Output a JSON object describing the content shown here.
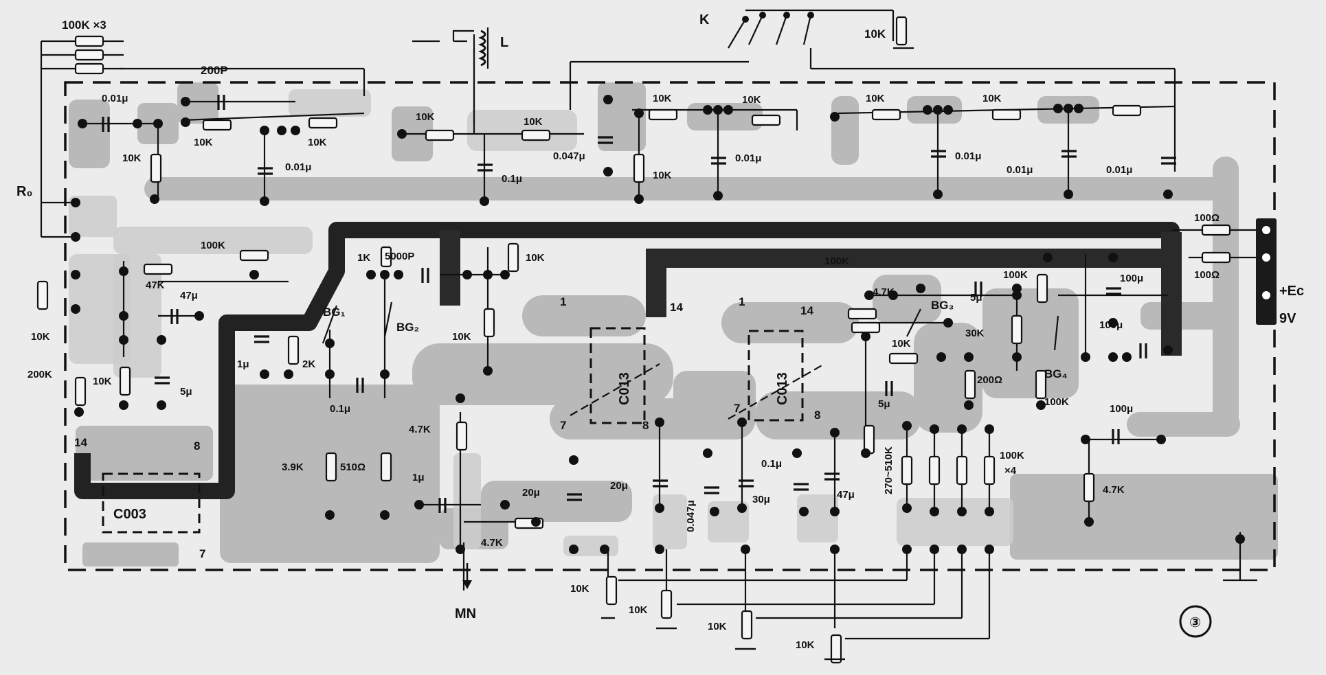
{
  "figure_number": "③",
  "labels": {
    "res_array_top": "100K ×3",
    "cap_200p": "200P",
    "inductor": "L",
    "switch": "K",
    "pot_top": "10K",
    "ro": "R₀",
    "supply_plus": "+Ec",
    "supply_volt": "9V",
    "out_mn": "MN",
    "ic1": "C003",
    "ic2": "C013",
    "ic3": "C013",
    "bg1": "BG₁",
    "bg2": "BG₂",
    "bg3": "BG₃",
    "bg4": "BG₄",
    "pin14_a": "14",
    "pin14_b": "14",
    "pin14_c": "14",
    "pin1_a": "1",
    "pin1_b": "1",
    "pin7_a": "7",
    "pin7_b": "7",
    "pin7_c": "7",
    "pin8_a": "8",
    "pin8_b": "8",
    "pin8_c": "8"
  },
  "components": [
    "0.01μ",
    "10K",
    "10K",
    "10K",
    "0.01μ",
    "10K",
    "0.1μ",
    "10K",
    "0.047μ",
    "10K",
    "10K",
    "0.01μ",
    "10K",
    "10K",
    "10K",
    "0.01μ",
    "0.01μ",
    "0.01μ",
    "100K",
    "47K",
    "47μ",
    "10K",
    "200K",
    "10K",
    "5μ",
    "1μ",
    "2K",
    "1K",
    "5000P",
    "10K",
    "10K",
    "0.1μ",
    "3.9K",
    "510Ω",
    "4.7K",
    "1μ",
    "4.7K",
    "20μ",
    "20μ",
    "0.047μ",
    "30μ",
    "0.1μ",
    "47μ",
    "4.7K",
    "10K",
    "5μ",
    "270~510K",
    "100K",
    "×4",
    "5μ",
    "30K",
    "200Ω",
    "100K",
    "100K",
    "100μ",
    "100μ",
    "100μ",
    "4.7K",
    "100Ω",
    "100Ω",
    "10K",
    "10K",
    "10K",
    "10K",
    "100K"
  ]
}
